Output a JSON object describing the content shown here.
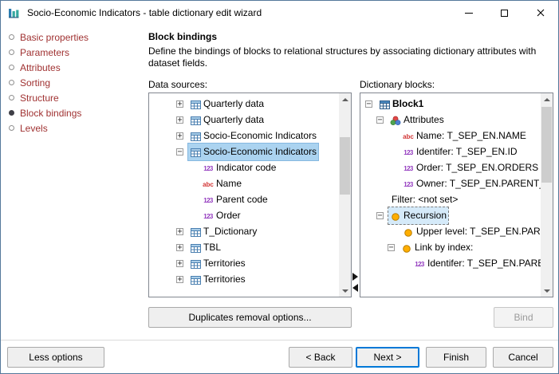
{
  "window": {
    "title": "Socio-Economic Indicators - table dictionary edit wizard"
  },
  "sidebar": {
    "items": [
      {
        "label": "Basic properties",
        "active": false
      },
      {
        "label": "Parameters",
        "active": false
      },
      {
        "label": "Attributes",
        "active": false
      },
      {
        "label": "Sorting",
        "active": false
      },
      {
        "label": "Structure",
        "active": false
      },
      {
        "label": "Block bindings",
        "active": true
      },
      {
        "label": "Levels",
        "active": false
      }
    ]
  },
  "main": {
    "heading": "Block bindings",
    "description": "Define the bindings of blocks to relational structures by associating dictionary attributes with dataset fields.",
    "data_sources_label": "Data sources:",
    "dictionary_blocks_label": "Dictionary blocks:"
  },
  "data_sources_tree": {
    "items": [
      {
        "indent": 2,
        "expander": "+",
        "icon": "table",
        "label": "Quarterly data"
      },
      {
        "indent": 2,
        "expander": "+",
        "icon": "table",
        "label": "Quarterly data"
      },
      {
        "indent": 2,
        "expander": "+",
        "icon": "table",
        "label": "Socio-Economic Indicators"
      },
      {
        "indent": 2,
        "expander": "-",
        "icon": "table",
        "label": "Socio-Economic Indicators",
        "selected": true
      },
      {
        "indent": 3,
        "expander": "",
        "icon": "num",
        "label": "Indicator code"
      },
      {
        "indent": 3,
        "expander": "",
        "icon": "text",
        "label": "Name"
      },
      {
        "indent": 3,
        "expander": "",
        "icon": "num",
        "label": "Parent code"
      },
      {
        "indent": 3,
        "expander": "",
        "icon": "num",
        "label": "Order"
      },
      {
        "indent": 2,
        "expander": "+",
        "icon": "table",
        "label": "T_Dictionary"
      },
      {
        "indent": 2,
        "expander": "+",
        "icon": "table",
        "label": "TBL"
      },
      {
        "indent": 2,
        "expander": "+",
        "icon": "table",
        "label": "Territories"
      },
      {
        "indent": 2,
        "expander": "+",
        "icon": "table",
        "label": "Territories"
      }
    ]
  },
  "dictionary_tree": {
    "items": [
      {
        "indent": 0,
        "expander": "-",
        "icon": "block",
        "label": "Block1",
        "bold": true
      },
      {
        "indent": 1,
        "expander": "-",
        "icon": "attributes",
        "label": "Attributes"
      },
      {
        "indent": 2,
        "expander": "",
        "icon": "text",
        "label": "Name: T_SEP_EN.NAME"
      },
      {
        "indent": 2,
        "expander": "",
        "icon": "num",
        "label": "Identifer: T_SEP_EN.ID"
      },
      {
        "indent": 2,
        "expander": "",
        "icon": "num",
        "label": "Order: T_SEP_EN.ORDERS"
      },
      {
        "indent": 2,
        "expander": "",
        "icon": "num",
        "label": "Owner: T_SEP_EN.PARENT_ID"
      },
      {
        "indent": 1,
        "expander": "",
        "icon": "",
        "label": "Filter: <not set>"
      },
      {
        "indent": 1,
        "expander": "-",
        "icon": "orange",
        "label": "Recursion",
        "focused": true
      },
      {
        "indent": 2,
        "expander": "",
        "icon": "orange",
        "label": "Upper level: T_SEP_EN.PARENT_ID"
      },
      {
        "indent": 2,
        "expander": "-",
        "icon": "orange",
        "label": "Link by index:"
      },
      {
        "indent": 3,
        "expander": "",
        "icon": "num",
        "label": "Identifer: T_SEP_EN.PARENT_ID"
      }
    ]
  },
  "buttons": {
    "duplicates": "Duplicates removal options...",
    "bind": "Bind",
    "less_options": "Less options",
    "back": "< Back",
    "next": "Next >",
    "finish": "Finish",
    "cancel": "Cancel"
  },
  "icons": {
    "app_icon": "bar-chart",
    "table": "data-table",
    "block": "block-table",
    "attributes": "colored-spheres",
    "orange": "orange-sphere",
    "num": "numeric-123",
    "text": "text-abc",
    "expand": "+",
    "collapse": "−"
  },
  "colors": {
    "accent": "#0078D7",
    "sidebar_text": "#A03232",
    "selection": "#ABD3F0",
    "focus_row": "#D5EAF9"
  }
}
